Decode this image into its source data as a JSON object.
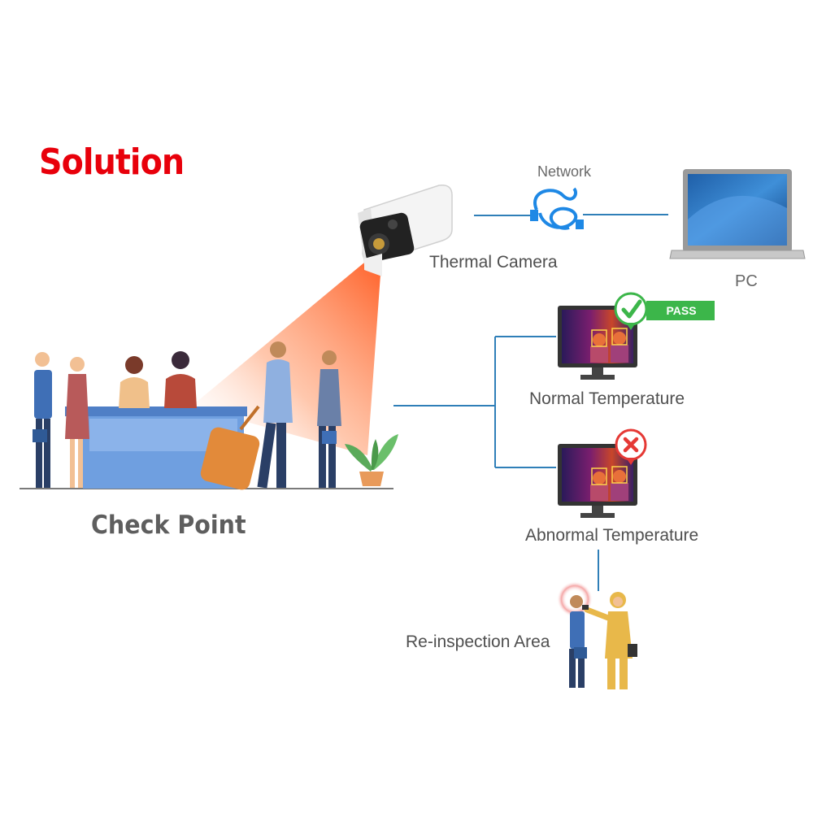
{
  "title": "Solution",
  "labels": {
    "network": "Network",
    "thermal_camera": "Thermal Camera",
    "pc": "PC",
    "normal_temperature": "Normal Temperature",
    "abnormal_temperature": "Abnormal Temperature",
    "check_point": "Check Point",
    "reinspection_area": "Re-inspection Area"
  },
  "badges": {
    "pass": "PASS"
  },
  "colors": {
    "title": "#e8000b",
    "connector_line": "#2f7fb8",
    "pass_green": "#3cb64a",
    "fail_red": "#e53935",
    "beam_orange": "#ff7a3c",
    "desk_blue": "#5b8fd6",
    "hazmat_yellow": "#e8b84a"
  },
  "icons": [
    "thermal-camera-icon",
    "network-cable-icon",
    "laptop-pc-icon",
    "monitor-normal-icon",
    "monitor-abnormal-icon",
    "check-badge-icon",
    "cross-badge-icon",
    "check-point-scene",
    "reinspection-scene"
  ]
}
